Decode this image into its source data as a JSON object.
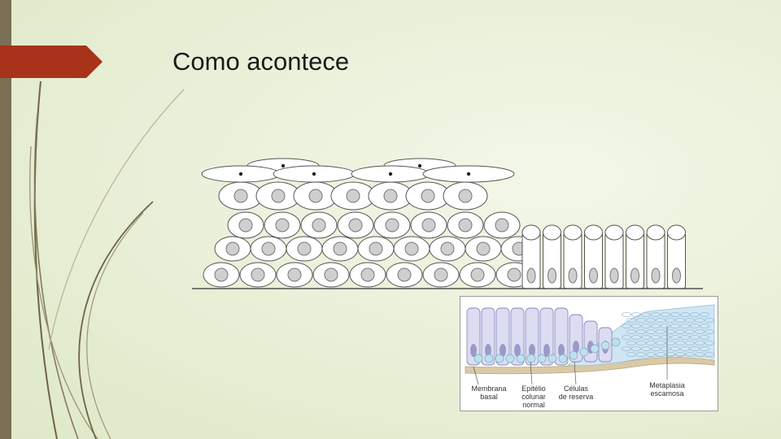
{
  "slide": {
    "title": "Como acontece"
  },
  "colors": {
    "accent_marker": "#a8321a",
    "left_bar": "#7a6f55",
    "decor_lines": "#6e6446"
  },
  "bottom_labels": {
    "basal": "Membrana\nbasal",
    "columnar": "Epitélio\ncolunar\nnormal",
    "reserve": "Células\nde reserva",
    "metaplasia": "Metaplasia\nescamosa"
  }
}
